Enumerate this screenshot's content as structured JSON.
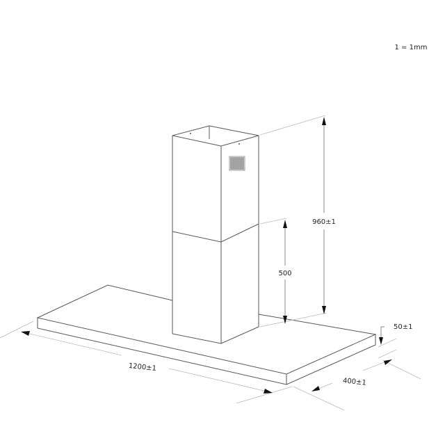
{
  "scale_note": "1 = 1mm",
  "dimensions": {
    "total_height": "960±1",
    "chimney_lower": "500",
    "thickness": "50±1",
    "width": "1200±1",
    "depth": "400±1"
  }
}
